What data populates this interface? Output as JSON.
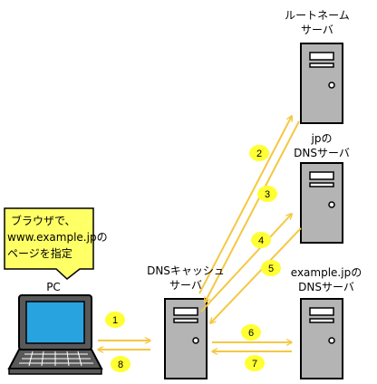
{
  "callout": {
    "lines": [
      "ブラウザで、",
      "www.example.jpの",
      "ページを指定"
    ]
  },
  "labels": {
    "pc": "PC",
    "cache_line1": "DNSキャッシュ",
    "cache_line2": "サーバ",
    "root_line1": "ルートネーム",
    "root_line2": "サーバ",
    "jp_line1": "jpの",
    "jp_line2": "DNSサーバ",
    "example_line1": "example.jpの",
    "example_line2": "DNSサーバ"
  },
  "steps": [
    "1",
    "2",
    "3",
    "4",
    "5",
    "6",
    "7",
    "8"
  ],
  "colors": {
    "arrow": "#f5c842",
    "badge_fill": "#ffff33",
    "callout_fill": "#ffff66",
    "server_body": "#b4b4b4",
    "screen": "#29a3e0",
    "laptop_body": "#595959"
  }
}
